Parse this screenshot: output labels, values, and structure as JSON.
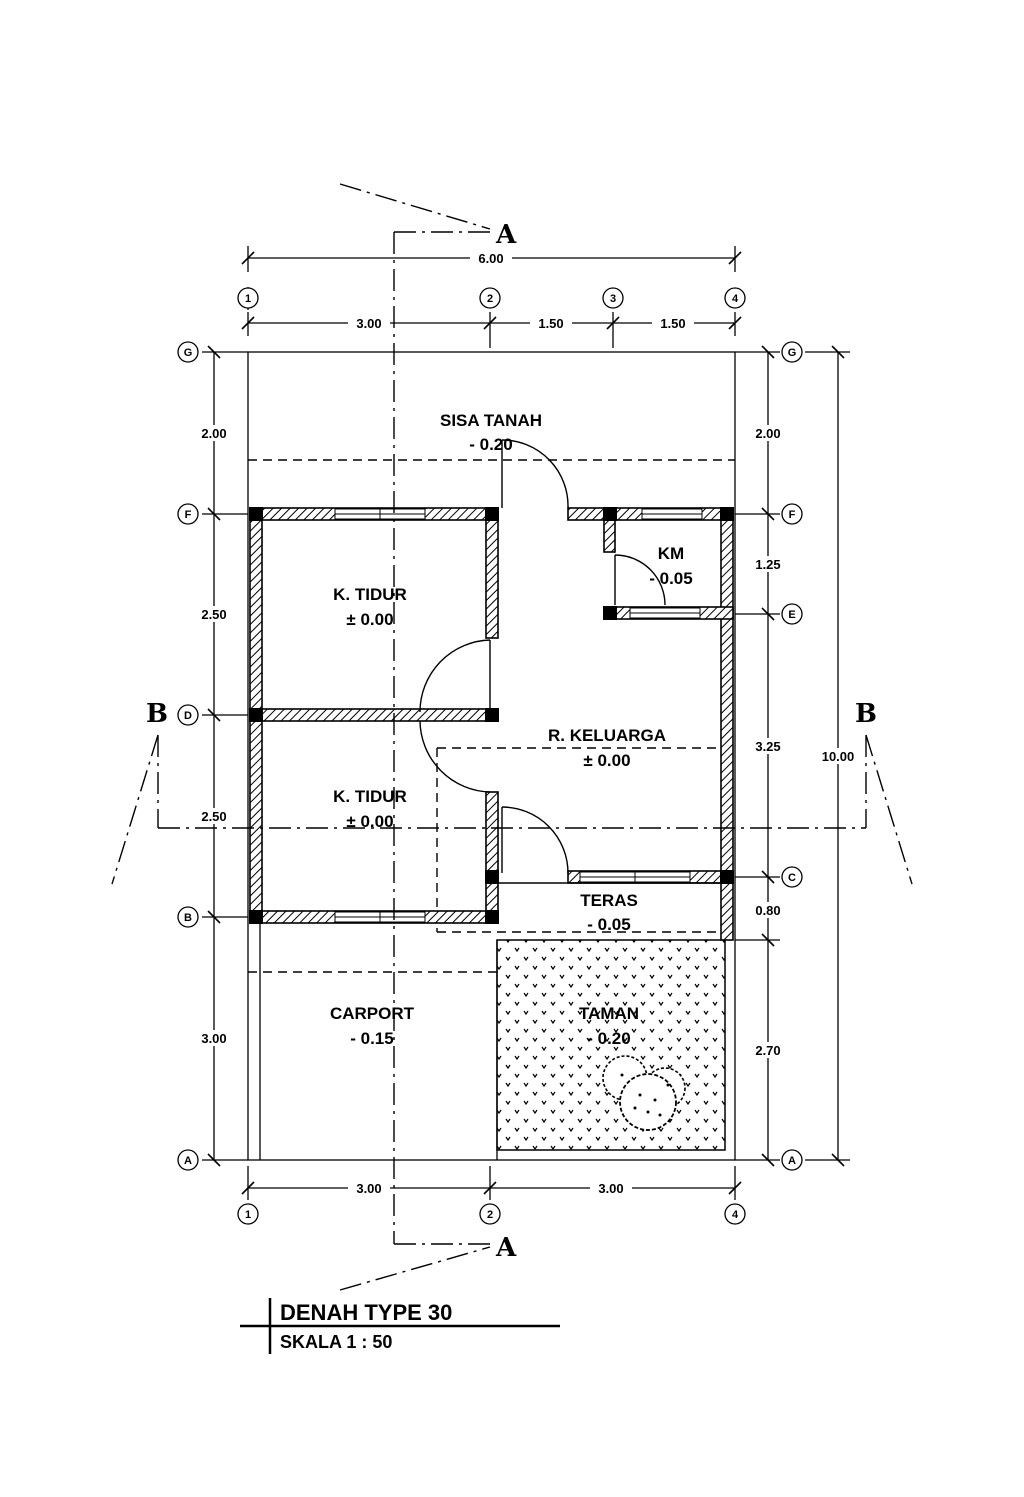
{
  "drawing": {
    "title": "DENAH TYPE 30",
    "scale": "SKALA 1 : 50"
  },
  "section_marks": {
    "a": "A",
    "b": "B"
  },
  "grid_x": [
    "1",
    "2",
    "3",
    "4"
  ],
  "grid_y": [
    "G",
    "F",
    "E",
    "D",
    "C",
    "B",
    "A"
  ],
  "dimensions": {
    "top_total": "6.00",
    "top_1_2": "3.00",
    "top_2_3": "1.50",
    "top_3_4": "1.50",
    "bottom_1_2": "3.00",
    "bottom_2_4": "3.00",
    "left_g_f": "2.00",
    "left_f_d": "2.50",
    "left_d_b": "2.50",
    "left_b_a": "3.00",
    "right_g_f": "2.00",
    "right_f_e": "1.25",
    "right_e_c": "3.25",
    "right_c_teras": "0.80",
    "right_teras_a": "2.70",
    "right_total": "10.00"
  },
  "rooms": {
    "sisa_tanah": {
      "name": "SISA TANAH",
      "level": "- 0.20"
    },
    "km": {
      "name": "KM",
      "level": "- 0.05"
    },
    "tidur1": {
      "name": "K. TIDUR",
      "level": "± 0.00"
    },
    "tidur2": {
      "name": "K. TIDUR",
      "level": "± 0.00"
    },
    "keluarga": {
      "name": "R. KELUARGA",
      "level": "± 0.00"
    },
    "teras": {
      "name": "TERAS",
      "level": "- 0.05"
    },
    "carport": {
      "name": "CARPORT",
      "level": "- 0.15"
    },
    "taman": {
      "name": "TAMAN",
      "level": "- 0.20"
    }
  }
}
